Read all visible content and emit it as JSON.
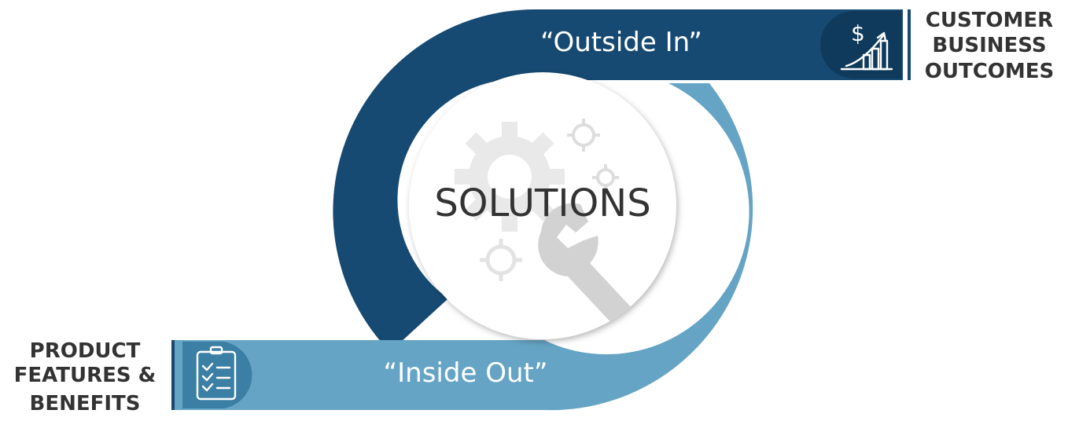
{
  "diagram": {
    "center_label": "SOLUTIONS",
    "top_band_label": "“Outside In”",
    "bottom_band_label": "“Inside Out”",
    "customer_outcomes": {
      "line1": "CUSTOMER",
      "line2": "BUSINESS",
      "line3": "OUTCOMES"
    },
    "product_features": {
      "line1": "PRODUCT",
      "line2": "FEATURES &",
      "line3": "BENEFITS"
    },
    "icons": {
      "top": "dollar-growth-chart-icon",
      "bottom": "clipboard-checklist-icon",
      "center": "gears-wrench-icon"
    },
    "colors": {
      "dark_blue": "#164a72",
      "light_blue": "#65a4c4",
      "icon_bg_dark": "#0f3a5b",
      "icon_bg_light": "#3b7fa5",
      "text_dark": "#333333",
      "gear_gray": "#e9e9e9",
      "wrench_gray": "#d2d2d2"
    }
  }
}
